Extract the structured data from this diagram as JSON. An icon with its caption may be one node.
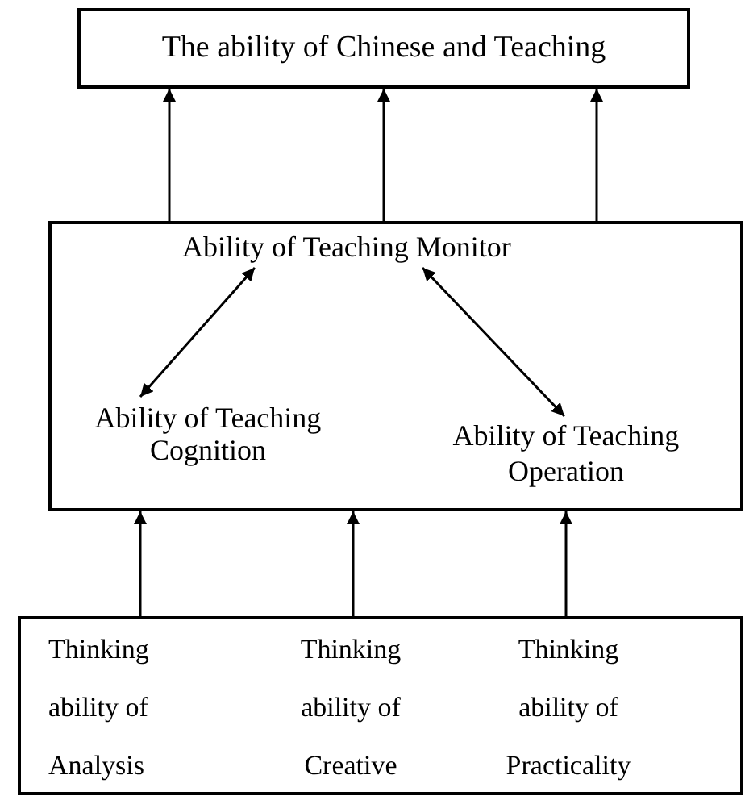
{
  "diagram": {
    "nodes": [
      {
        "text": [
          "The ability of Chinese and Teaching"
        ]
      },
      {
        "text": [],
        "shape": "box"
      },
      {
        "text": [
          "Ability of Teaching Monitor"
        ],
        "in": 1
      },
      {
        "text": [
          "Ability of Teaching Cognition"
        ],
        "in": 1
      },
      {
        "text": [
          "Ability of Teaching Operation"
        ],
        "in": 1
      },
      {
        "text": [],
        "shape": "box"
      },
      {
        "text": [
          "Thinking ability of Analysis"
        ],
        "in": 5
      },
      {
        "text": [
          "Thinking ability of Creative"
        ],
        "in": 5
      },
      {
        "text": [
          "Thinking ability of Practicality"
        ],
        "in": 5
      }
    ],
    "edges": [
      {
        "from": 1,
        "to": 0,
        "arrow": "to"
      },
      {
        "from": 1,
        "to": 0,
        "arrow": "to"
      },
      {
        "from": 1,
        "to": 0,
        "arrow": "to"
      },
      {
        "from": 2,
        "to": 3,
        "arrow": "both"
      },
      {
        "from": 2,
        "to": 4,
        "arrow": "both"
      },
      {
        "from": 5,
        "to": 1,
        "arrow": "to"
      },
      {
        "from": 5,
        "to": 1,
        "arrow": "to"
      },
      {
        "from": 5,
        "to": 1,
        "arrow": "to"
      }
    ]
  }
}
